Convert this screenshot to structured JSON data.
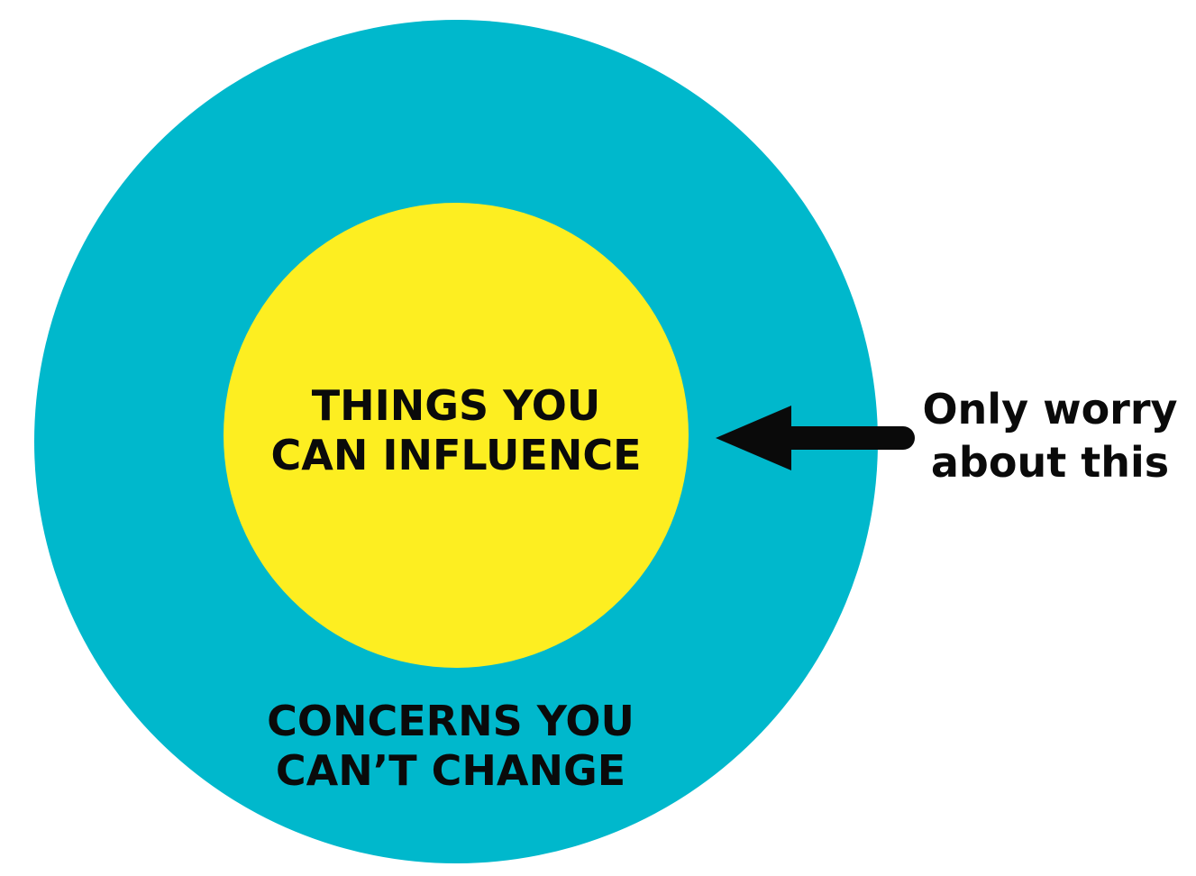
{
  "diagram": {
    "outer_circle": {
      "label_lines": [
        "CONCERNS YOU",
        "CAN’T CHANGE"
      ],
      "color": "#00b8cc"
    },
    "inner_circle": {
      "label_lines": [
        "THINGS YOU",
        "CAN INFLUENCE"
      ],
      "color": "#fdee21"
    },
    "callout": {
      "label_lines": [
        "Only worry",
        "about this"
      ],
      "arrow_color": "#0a0a0a"
    },
    "text_color": "#0a0a0a"
  }
}
